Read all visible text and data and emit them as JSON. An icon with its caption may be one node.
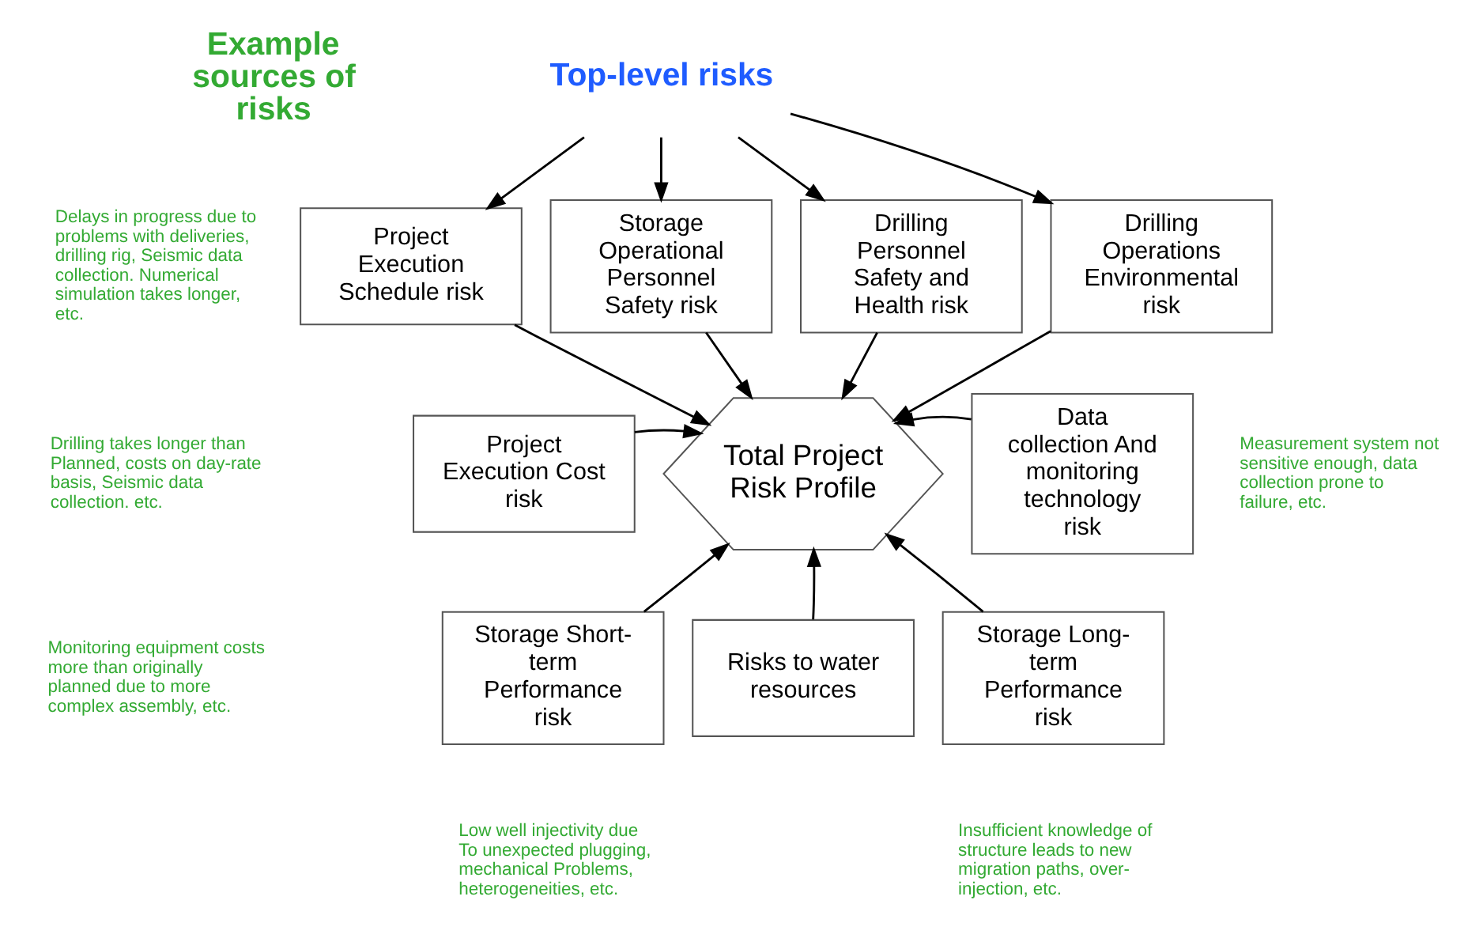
{
  "diagram": {
    "nodes": [
      {
        "text": [
          "Top-level risks"
        ]
      },
      {
        "text": [
          "Project Execution Schedule risk"
        ]
      },
      {
        "text": [
          "Storage Operational Personnel Safety risk"
        ]
      },
      {
        "text": [
          "Drilling Personnel Safety and Health risk"
        ]
      },
      {
        "text": [
          "Drilling Operations Environmental risk"
        ]
      },
      {
        "text": [
          "Project Execution Cost risk"
        ]
      },
      {
        "text": [
          "Total Project Risk Profile"
        ]
      },
      {
        "text": [
          "Data collection And monitoring technology risk"
        ],
        "beside": [
          "Measurement system not sensitive enough, data collection prone to failure, etc."
        ]
      },
      {
        "text": [
          "Storage Short-term Performance risk"
        ]
      },
      {
        "text": [
          "Risks to water resources"
        ]
      },
      {
        "text": [
          "Storage Long-term Performance risk"
        ]
      }
    ],
    "edges": [
      {
        "from": 0,
        "to": 1,
        "arrow": "to"
      },
      {
        "from": 0,
        "to": 2,
        "arrow": "to"
      },
      {
        "from": 0,
        "to": 3,
        "arrow": "to"
      },
      {
        "from": 0,
        "to": 4,
        "arrow": "to"
      },
      {
        "from": 1,
        "to": 6,
        "arrow": "to"
      },
      {
        "from": 2,
        "to": 6,
        "arrow": "to"
      },
      {
        "from": 3,
        "to": 6,
        "arrow": "to"
      },
      {
        "from": 4,
        "to": 6,
        "arrow": "to"
      },
      {
        "from": 5,
        "to": 6,
        "arrow": "to"
      },
      {
        "from": 7,
        "to": 6,
        "arrow": "to"
      },
      {
        "from": 8,
        "to": 6,
        "arrow": "to"
      },
      {
        "from": 9,
        "to": 6,
        "arrow": "to"
      },
      {
        "from": 10,
        "to": 6,
        "arrow": "to"
      }
    ],
    "labels": [
      "Example sources of risks",
      "Delays in progress due to problems with deliveries, drilling rig, Seismic data collection. Numerical simulation takes longer, etc.",
      "Drilling takes longer than Planned, costs on day-rate basis, Seismic data collection. etc.",
      "Monitoring equipment costs more than originally planned due to more complex assembly, etc.",
      "Low well injectivity due To unexpected plugging, mechanical Problems, heterogeneities, etc.",
      "Insufficient knowledge of structure leads to new migration paths, over-injection, etc."
    ]
  }
}
